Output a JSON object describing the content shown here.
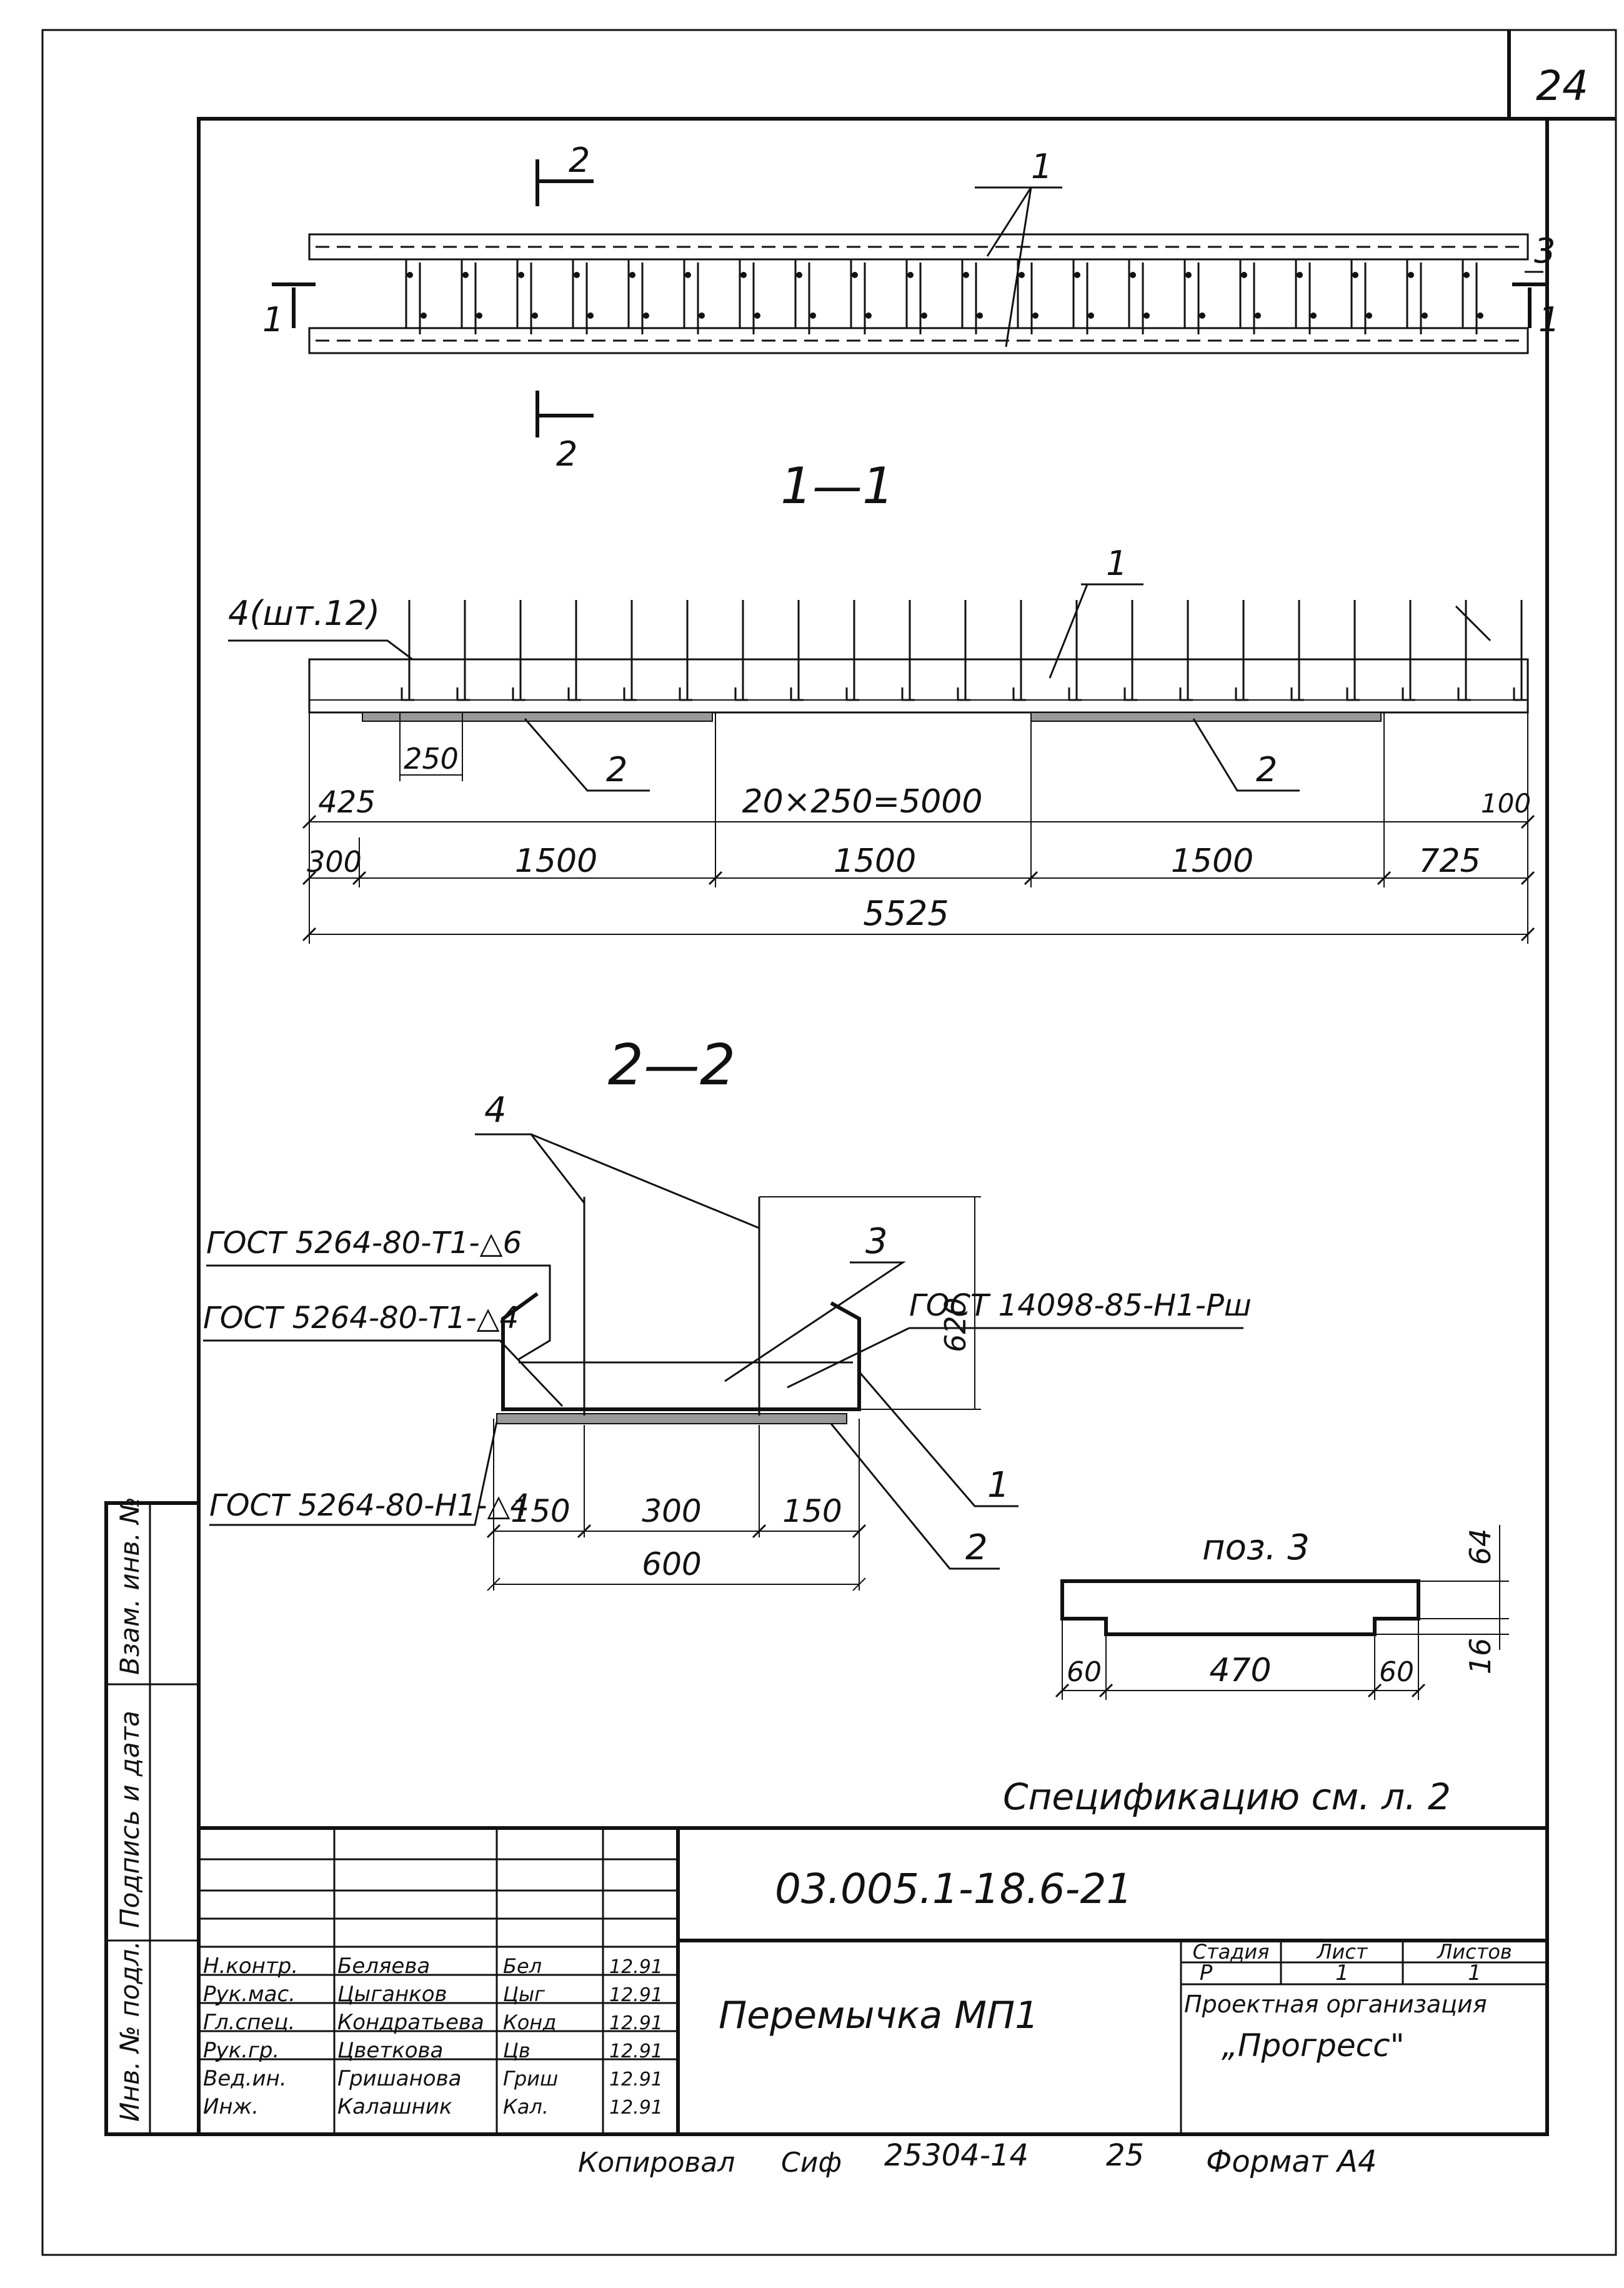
{
  "sheet_number": "24",
  "plan": {
    "cut_2_top": "2",
    "cut_2_bottom": "2",
    "cut_1_left": "1",
    "cut_1_right": "1",
    "pos_1": "1",
    "pos_3": "3"
  },
  "section_1_1": {
    "title": "1—1",
    "pos_4_label": "4(шт.12)",
    "pos_1": "1",
    "pos_2_left": "2",
    "pos_2_right": "2",
    "dim_250": "250",
    "dim_425": "425",
    "dim_mid": "20×250=5000",
    "dim_100": "100",
    "dim_300": "300",
    "dim_1500_a": "1500",
    "dim_1500_b": "1500",
    "dim_1500_c": "1500",
    "dim_725": "725",
    "dim_total": "5525"
  },
  "section_2_2": {
    "title": "2—2",
    "pos_4": "4",
    "pos_3": "3",
    "pos_1": "1",
    "pos_2": "2",
    "gost_a": "ГОСТ 5264-80-Т1-△6",
    "gost_b": "ГОСТ 5264-80-Т1-△4",
    "gost_c": "ГОСТ 14098-85-Н1-Рш",
    "gost_d": "ГОСТ 5264-80-Н1-△4",
    "dim_620": "620",
    "dim_150_a": "150",
    "dim_300": "300",
    "dim_150_b": "150",
    "dim_600": "600"
  },
  "pos3": {
    "title": "поз. 3",
    "dim_64": "64",
    "dim_16": "16",
    "dim_60_a": "60",
    "dim_470": "470",
    "dim_60_b": "60"
  },
  "spec_note": "Спецификацию см. л. 2",
  "stamp": {
    "doc_code": "03.005.1-18.6-21",
    "title": "Перемычка МП1",
    "stage_header": "Стадия",
    "sheet_header": "Лист",
    "sheets_header": "Листов",
    "stage": "Р",
    "sheet": "1",
    "sheets": "1",
    "org_line1": "Проектная организация",
    "org_line2": "„Прогресс\"",
    "rows": [
      {
        "role": "Н.контр.",
        "name": "Беляева",
        "sign": "Бел",
        "date": "12.91"
      },
      {
        "role": "Рук.мас.",
        "name": "Цыганков",
        "sign": "Цыг",
        "date": "12.91"
      },
      {
        "role": "Гл.спец.",
        "name": "Кондратьева",
        "sign": "Конд",
        "date": "12.91"
      },
      {
        "role": "Рук.гр.",
        "name": "Цветкова",
        "sign": "Цв",
        "date": "12.91"
      },
      {
        "role": "Вед.ин.",
        "name": "Гришанова",
        "sign": "Гриш",
        "date": "12.91"
      },
      {
        "role": "Инж.",
        "name": "Калашник",
        "sign": "Кал.",
        "date": "12.91"
      }
    ]
  },
  "side_labels": {
    "inv_orig": "Инв. № подл.",
    "sign_date": "Подпись и дата",
    "inv_dup": "Взам. инв. №"
  },
  "footer": {
    "copied": "Копировал",
    "copied_sign": "Сиф",
    "order_no": "25304-14",
    "order_sheet": "25",
    "format": "Формат А4"
  }
}
